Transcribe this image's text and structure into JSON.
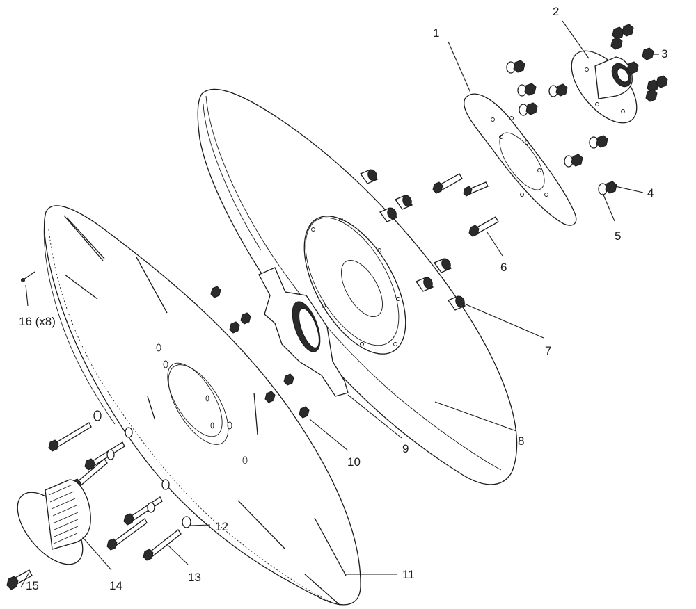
{
  "callouts": {
    "c1": "1",
    "c2": "2",
    "c3": "3",
    "c4": "4",
    "c5": "5",
    "c6": "6",
    "c7": "7",
    "c8": "8",
    "c9": "9",
    "c10": "10",
    "c11": "11",
    "c12": "12",
    "c13": "13",
    "c14": "14",
    "c15": "15",
    "c16": "16 (x8)"
  },
  "colors": {
    "line": "#1a1a1a",
    "background": "#ffffff"
  }
}
